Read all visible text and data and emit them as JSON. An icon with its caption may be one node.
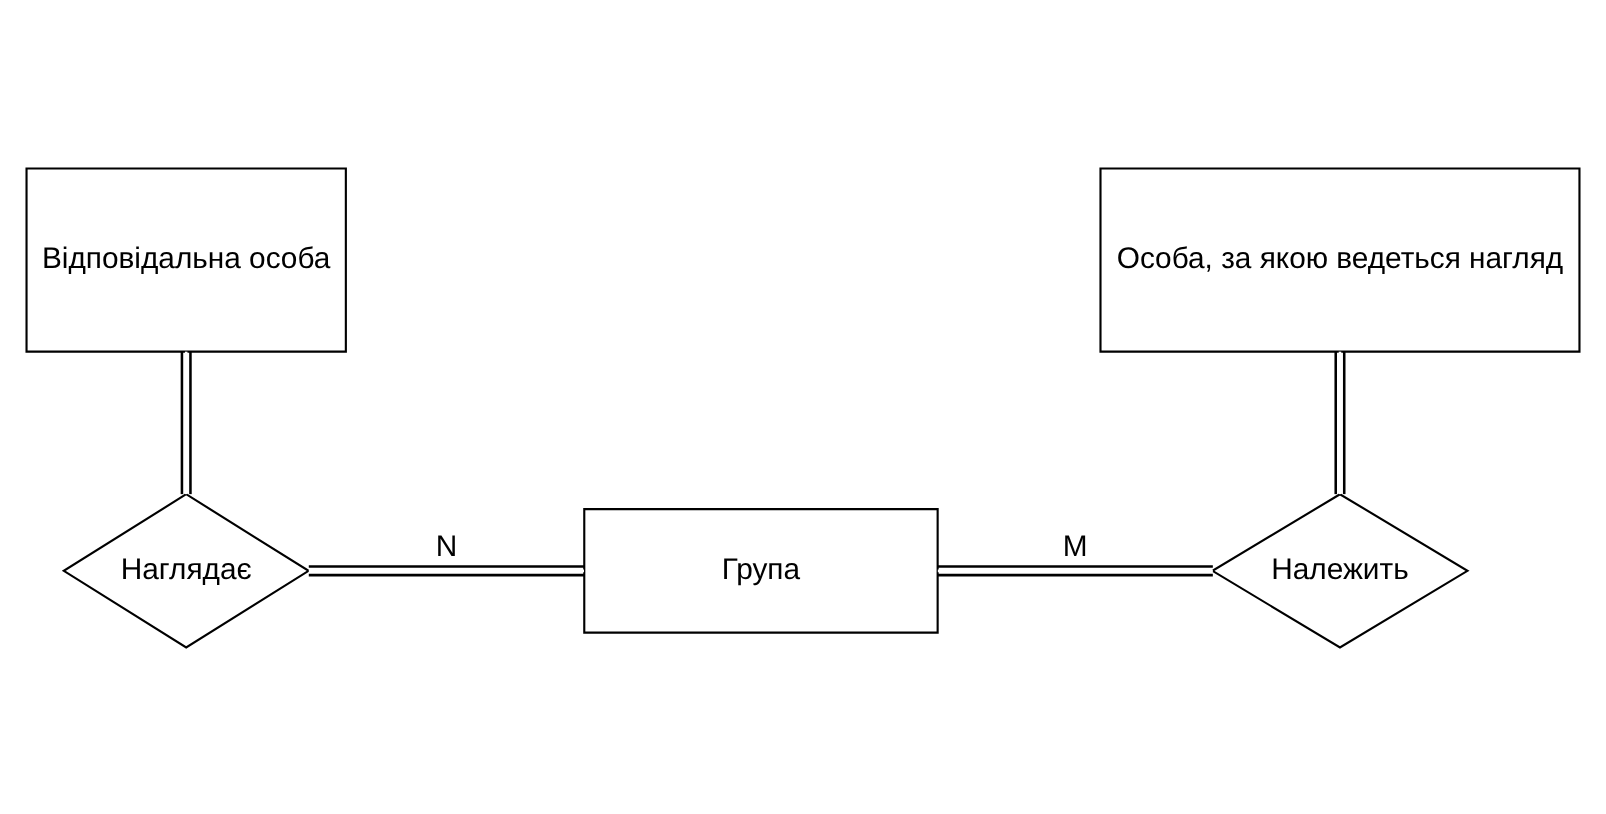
{
  "diagram": {
    "nodes": [
      {
        "text": [
          "Відповідальна особа"
        ]
      },
      {
        "text": [
          "Особа, за якою ведеться нагляд"
        ]
      },
      {
        "text": [
          "Наглядає"
        ]
      },
      {
        "text": [
          "Група"
        ]
      },
      {
        "text": [
          "Належить"
        ]
      }
    ],
    "edges": [
      {
        "from": 0,
        "to": 2,
        "arrow": "none"
      },
      {
        "from": 2,
        "to": 3,
        "arrow": "none",
        "label": "N"
      },
      {
        "from": 3,
        "to": 4,
        "arrow": "none",
        "label": "M"
      },
      {
        "from": 1,
        "to": 4,
        "arrow": "none"
      }
    ]
  }
}
